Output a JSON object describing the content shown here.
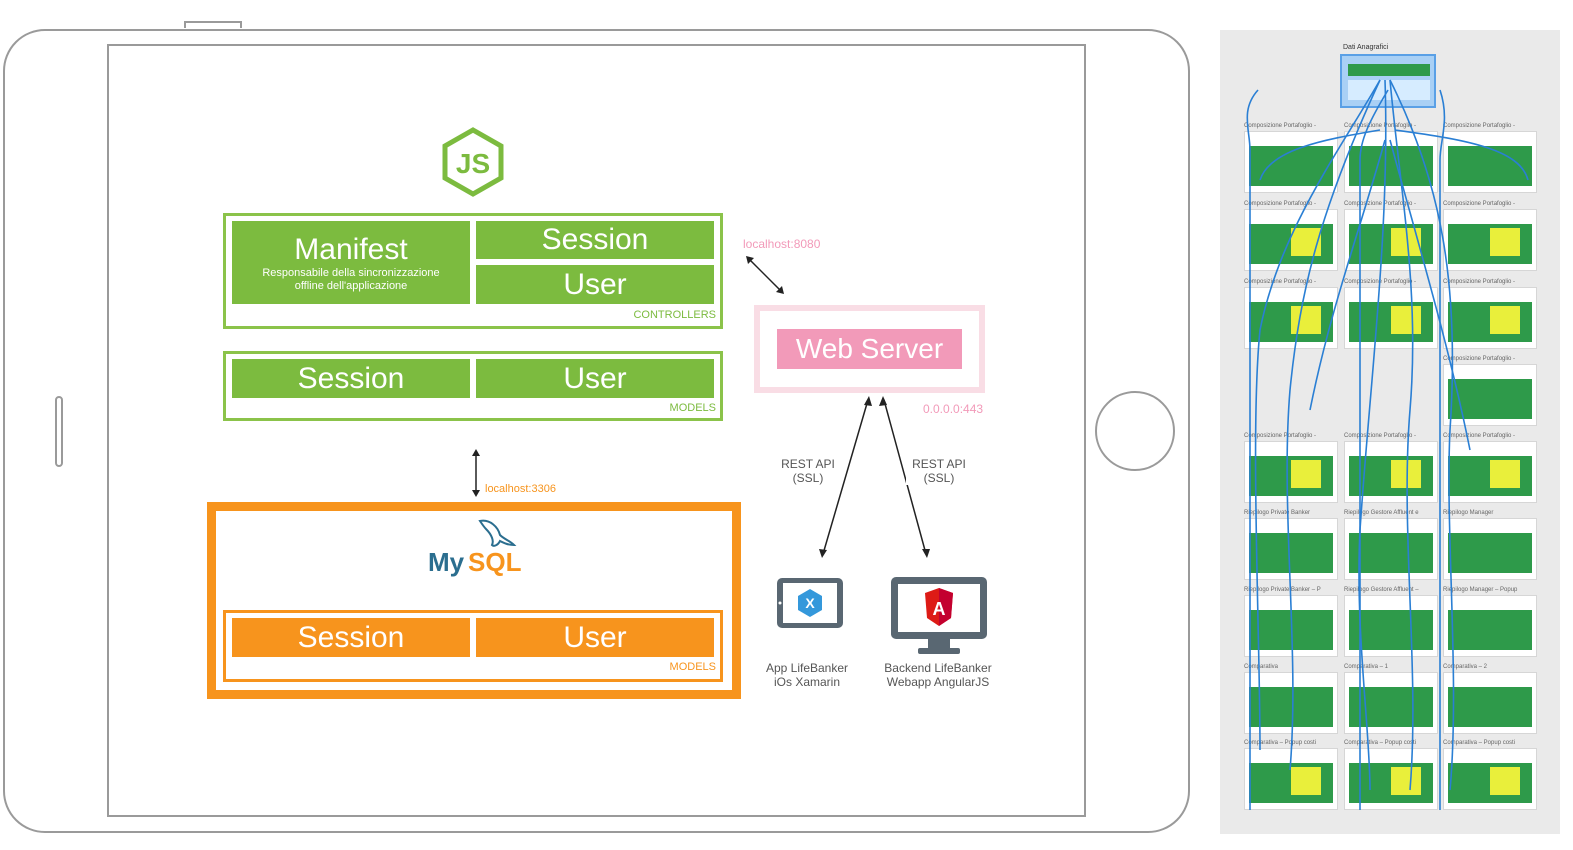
{
  "node": {
    "logo_text": "JS"
  },
  "controllers": {
    "manifest_title": "Manifest",
    "manifest_desc_line1": "Responsabile della sincronizzazione",
    "manifest_desc_line2": "offline dell'applicazione",
    "session": "Session",
    "user": "User",
    "tag": "CONTROLLERS"
  },
  "models": {
    "session": "Session",
    "user": "User",
    "tag": "MODELS"
  },
  "db_link": {
    "label": "localhost:3306"
  },
  "mysql": {
    "logo_text_my": "My",
    "logo_text_sql": "SQL",
    "session": "Session",
    "user": "User",
    "tag": "MODELS"
  },
  "web_server": {
    "title": "Web Server",
    "host_label": "localhost:8080",
    "bind_label": "0.0.0.0:443"
  },
  "rest": {
    "left_line1": "REST API",
    "left_line2": "(SSL)",
    "right_line1": "REST API",
    "right_line2": "(SSL)"
  },
  "clients": {
    "app_line1": "App LifeBanker",
    "app_line2": "iOs Xamarin",
    "backend_line1": "Backend LifeBanker",
    "backend_line2": "Webapp AngularJS",
    "xamarin_icon_letter": "X",
    "angular_icon_letter": "A"
  },
  "colors": {
    "green": "#7cbb3f",
    "orange": "#f7941d",
    "pink": "#f29ab9",
    "flow_blue": "#2a7fd4"
  },
  "flow_panel": {
    "top_title": "Dati Anagrafici",
    "labels": [
      "Composizione Portafoglio -",
      "Composizione Portafoglio -",
      "Composizione Portafoglio -",
      "Composizione Portafoglio -",
      "Composizione Portafoglio -",
      "Composizione Portafoglio -",
      "Composizione Portafoglio -",
      "Composizione Portafoglio -",
      "Composizione Portafoglio -",
      "Composizione Portafoglio -",
      "Composizione Portafoglio -",
      "Composizione Portafoglio -",
      "Composizione Portafoglio -",
      "Riepilogo Private Banker",
      "Riepilogo Gestore Affluent e",
      "Riepilogo Manager",
      "Riepilogo Private Banker – P",
      "Riepilogo Gestore Affluent –",
      "Riepilogo Manager – Popup",
      "Comparativa",
      "Comparativa – 1",
      "Comparativa – 2",
      "Comparativa – Popup costi",
      "Comparativa – Popup costi",
      "Comparativa – Popup costi"
    ]
  }
}
